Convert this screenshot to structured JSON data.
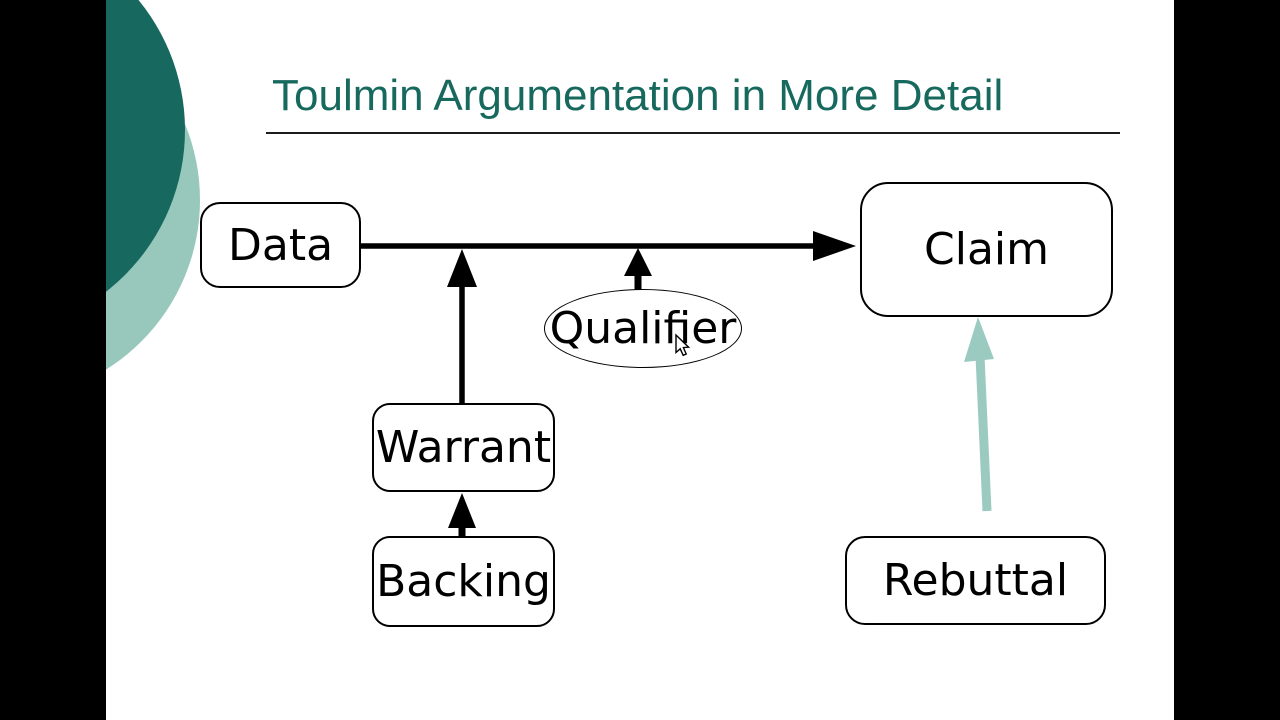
{
  "slide": {
    "title": "Toulmin Argumentation in More Detail",
    "nodes": {
      "data": "Data",
      "claim": "Claim",
      "qualifier": "Qualifier",
      "warrant": "Warrant",
      "backing": "Backing",
      "rebuttal": "Rebuttal"
    },
    "edges": [
      {
        "from": "Data",
        "to": "Claim",
        "style": "black-bold"
      },
      {
        "from": "Warrant",
        "to": "Data-Claim arrow",
        "style": "black-bold"
      },
      {
        "from": "Qualifier",
        "to": "Data-Claim arrow",
        "style": "black-bold"
      },
      {
        "from": "Backing",
        "to": "Warrant",
        "style": "black-bold"
      },
      {
        "from": "Rebuttal",
        "to": "Claim",
        "style": "teal"
      }
    ],
    "colors": {
      "title_text": "#17695e",
      "circle_dark": "#17695f",
      "circle_light": "#98c8bc",
      "arrow_black": "#000000",
      "arrow_rebuttal": "#9acac0",
      "node_border": "#000000",
      "background_bars": "#000000",
      "slide_background": "#ffffff"
    }
  }
}
